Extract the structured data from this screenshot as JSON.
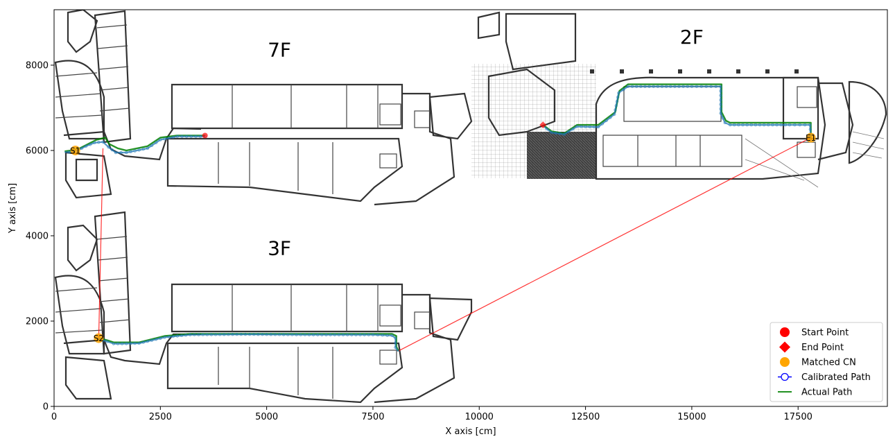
{
  "chart_data": {
    "type": "scatter",
    "xlabel": "X axis [cm]",
    "ylabel": "Y axis [cm]",
    "xlim": [
      0,
      19600
    ],
    "ylim": [
      0,
      9300
    ],
    "x_ticks": [
      0,
      2500,
      5000,
      7500,
      10000,
      12500,
      15000,
      17500
    ],
    "y_ticks": [
      0,
      2000,
      4000,
      6000,
      8000
    ],
    "x_tick_labels": [
      "0",
      "2500",
      "5000",
      "7500",
      "10000",
      "12500",
      "15000",
      "17500"
    ],
    "y_tick_labels": [
      "0",
      "2000",
      "4000",
      "6000",
      "8000"
    ],
    "grid": false,
    "legend_position": "bottom-right",
    "floor_labels": [
      {
        "text": "7F",
        "x": 5300,
        "y": 8200
      },
      {
        "text": "3F",
        "x": 5300,
        "y": 3550
      },
      {
        "text": "2F",
        "x": 15000,
        "y": 8500
      }
    ],
    "legend": [
      {
        "label": "Start Point",
        "marker": "circle",
        "color": "#ff0000"
      },
      {
        "label": "End Point",
        "marker": "diamond",
        "color": "#ff0000"
      },
      {
        "label": "Matched CN",
        "marker": "circle",
        "color": "#ffa500"
      },
      {
        "label": "Calibrated Path",
        "marker": "line-open-circle",
        "color": "#0000ff"
      },
      {
        "label": "Actual Path",
        "marker": "line",
        "color": "#008000"
      }
    ],
    "start_point": {
      "x": 3550,
      "y": 6350
    },
    "end_point": {
      "x": 11500,
      "y": 6600
    },
    "matched_cn": [
      {
        "label": "S1",
        "x": 500,
        "y": 6000
      },
      {
        "label": "S2",
        "x": 1050,
        "y": 1600
      },
      {
        "label": "E1",
        "x": 17800,
        "y": 6300
      }
    ],
    "transitions": [
      {
        "from": [
          1150,
          6050
        ],
        "to": [
          1050,
          1600
        ]
      },
      {
        "from": [
          8100,
          1300
        ],
        "to": [
          17800,
          6300
        ]
      }
    ],
    "series": [
      {
        "name": "Actual Path",
        "color": "#008000",
        "segments": [
          [
            [
              3550,
              6350
            ],
            [
              2900,
              6350
            ],
            [
              2500,
              6300
            ],
            [
              2200,
              6100
            ],
            [
              1700,
              6000
            ],
            [
              1500,
              6050
            ],
            [
              1300,
              6150
            ],
            [
              1200,
              6300
            ],
            [
              1000,
              6250
            ],
            [
              800,
              6150
            ],
            [
              600,
              6050
            ],
            [
              400,
              6000
            ],
            [
              250,
              5980
            ]
          ],
          [
            [
              1050,
              1600
            ],
            [
              1250,
              1550
            ],
            [
              1400,
              1500
            ],
            [
              1600,
              1500
            ],
            [
              2000,
              1500
            ],
            [
              2600,
              1650
            ],
            [
              3200,
              1700
            ],
            [
              4500,
              1700
            ],
            [
              6000,
              1700
            ],
            [
              7500,
              1700
            ],
            [
              7950,
              1700
            ],
            [
              8050,
              1650
            ],
            [
              8050,
              1400
            ],
            [
              8100,
              1300
            ]
          ],
          [
            [
              17800,
              6300
            ],
            [
              17800,
              6650
            ],
            [
              17300,
              6650
            ],
            [
              15900,
              6650
            ],
            [
              15800,
              6700
            ],
            [
              15700,
              6900
            ],
            [
              15700,
              7550
            ],
            [
              15000,
              7550
            ],
            [
              14000,
              7550
            ],
            [
              13500,
              7550
            ],
            [
              13300,
              7400
            ],
            [
              13200,
              6900
            ],
            [
              12800,
              6600
            ],
            [
              12300,
              6600
            ],
            [
              12000,
              6400
            ],
            [
              11700,
              6450
            ],
            [
              11500,
              6600
            ]
          ]
        ]
      },
      {
        "name": "Calibrated Path",
        "color": "#1f77b4",
        "segments": [
          [
            [
              3550,
              6330
            ],
            [
              2900,
              6330
            ],
            [
              2500,
              6250
            ],
            [
              2200,
              6050
            ],
            [
              1700,
              5950
            ],
            [
              1450,
              5950
            ],
            [
              1280,
              6080
            ],
            [
              1150,
              6200
            ],
            [
              950,
              6180
            ],
            [
              750,
              6100
            ],
            [
              550,
              6000
            ],
            [
              350,
              5960
            ],
            [
              250,
              5960
            ]
          ],
          [
            [
              1050,
              1580
            ],
            [
              1250,
              1520
            ],
            [
              1400,
              1470
            ],
            [
              1600,
              1470
            ],
            [
              2000,
              1480
            ],
            [
              2600,
              1620
            ],
            [
              3200,
              1680
            ],
            [
              4500,
              1690
            ],
            [
              6000,
              1680
            ],
            [
              7500,
              1680
            ],
            [
              7950,
              1660
            ],
            [
              8030,
              1600
            ],
            [
              8030,
              1380
            ],
            [
              8100,
              1290
            ]
          ],
          [
            [
              17800,
              6280
            ],
            [
              17780,
              6600
            ],
            [
              17300,
              6600
            ],
            [
              15900,
              6600
            ],
            [
              15780,
              6650
            ],
            [
              15680,
              6870
            ],
            [
              15680,
              7500
            ],
            [
              15000,
              7500
            ],
            [
              14000,
              7500
            ],
            [
              13500,
              7500
            ],
            [
              13280,
              7350
            ],
            [
              13180,
              6850
            ],
            [
              12800,
              6550
            ],
            [
              12300,
              6560
            ],
            [
              12000,
              6380
            ],
            [
              11700,
              6420
            ],
            [
              11500,
              6580
            ]
          ]
        ]
      }
    ]
  }
}
